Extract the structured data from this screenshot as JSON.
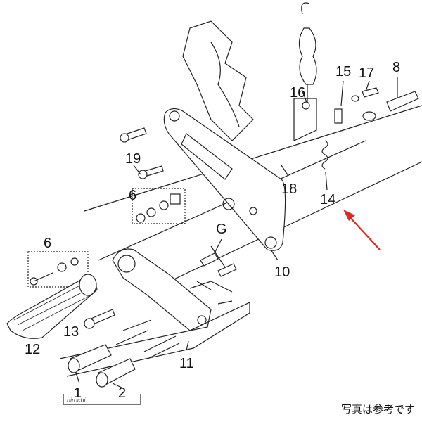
{
  "callouts": {
    "n1": "1",
    "n2": "2",
    "n6a": "6",
    "n6b": "6",
    "n8": "8",
    "n10": "10",
    "n11": "11",
    "n12": "12",
    "n13": "13",
    "n14": "14",
    "n15": "15",
    "n16": "16",
    "n17": "17",
    "n18": "18",
    "n19": "19",
    "nG": "G"
  },
  "watermark": "hirochi",
  "caption": "写真は参考です",
  "colors": {
    "line": "#222222",
    "arrow": "#e0281e"
  }
}
